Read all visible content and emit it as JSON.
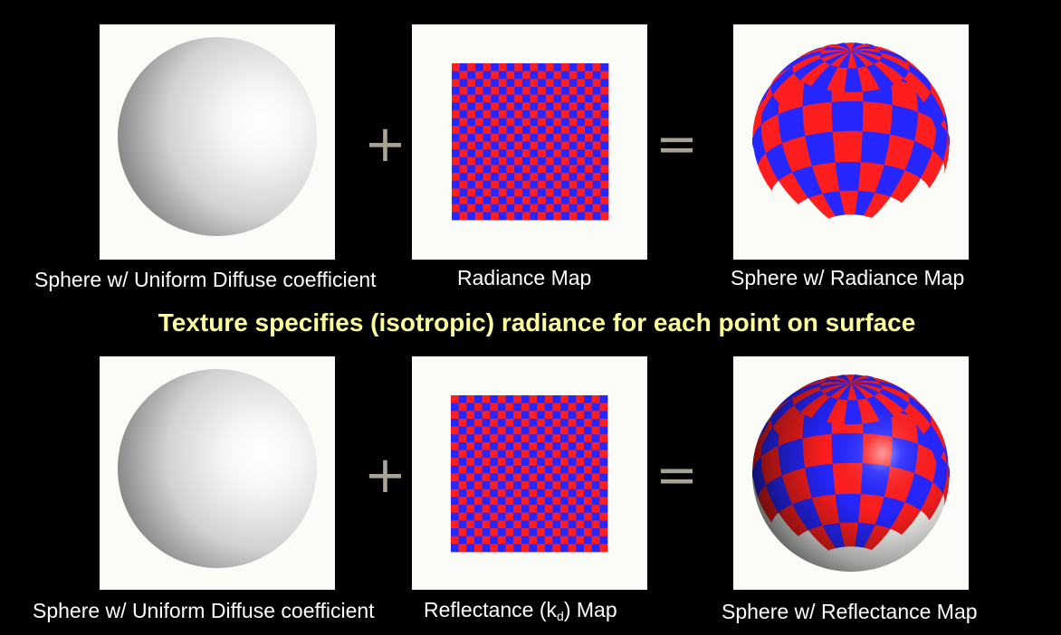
{
  "colors": {
    "background": "#000000",
    "checker_red": "#ff1e1e",
    "checker_blue": "#2626ff",
    "headline": "#ffff99",
    "operator": "#a8a297"
  },
  "top_row": {
    "sphere_caption": "Sphere w/ Uniform Diffuse coefficient",
    "plus": "+",
    "map_caption": "Radiance Map",
    "equals": "=",
    "result_caption": "Sphere w/ Radiance Map"
  },
  "headline": "Texture specifies (isotropic) radiance for each point on surface",
  "bottom_row": {
    "sphere_caption": "Sphere w/ Uniform Diffuse coefficient",
    "plus": "+",
    "map_caption_prefix": "Reflectance (k",
    "map_caption_subscript": "d",
    "map_caption_suffix": ") Map",
    "equals": "=",
    "result_caption": "Sphere w/ Reflectance Map"
  },
  "checkerboard": {
    "cells_per_side": 20
  },
  "sphere_texture": {
    "longitude_segments": 20,
    "latitude_bands": 10
  }
}
